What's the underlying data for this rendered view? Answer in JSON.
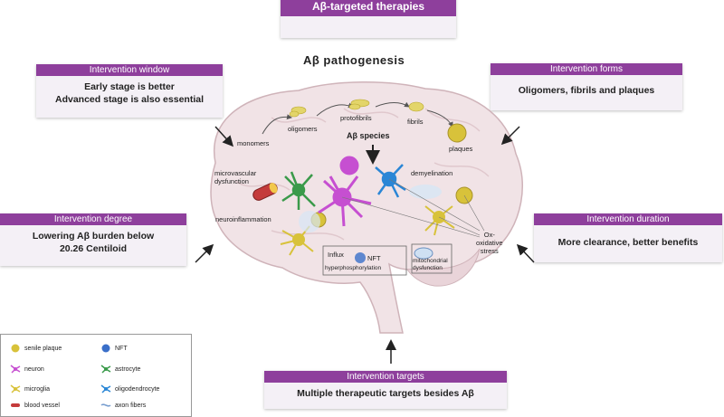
{
  "header": {
    "label": "Aβ-targeted therapies"
  },
  "title": "Aβ  pathogenesis",
  "boxes": {
    "window": {
      "header": "Intervention window",
      "body": "Early stage is  better\nAdvanced stage is also essential"
    },
    "forms": {
      "header": "Intervention forms",
      "body": "Oligomers, fibrils and plaques"
    },
    "degree": {
      "header": "Intervention degree",
      "body": "Lowering Aβ burden below\n20.26 Centiloid"
    },
    "duration": {
      "header": "Intervention duration",
      "body": "More clearance, better benefits"
    },
    "targets": {
      "header": "Intervention targets",
      "body": "Multiple therapeutic targets besides Aβ"
    }
  },
  "brain_labels": {
    "monomers": "monomers",
    "oligomers": "oligomers",
    "protofibrils": "protofibrils",
    "fibrils": "fibrils",
    "plaques": "plaques",
    "species": "Aβ species",
    "microvascular": "microvascular\ndysfunction",
    "demyelination": "demyelination",
    "neuroinflammation": "neuroinflammation",
    "oxidative": "Ox-\noxidative\nstress",
    "influx": "Influx",
    "nft": "NFT",
    "hyperphosphorylation": "hyperphosphorylation",
    "mitochondrial": "mitochondrial\ndysfunction"
  },
  "legend": {
    "items": [
      {
        "label": "senile plaque",
        "icon": "plaque-icon",
        "color": "#d8c23a"
      },
      {
        "label": "NFT",
        "icon": "nft-icon",
        "color": "#3a6fc9"
      },
      {
        "label": "neuron",
        "icon": "neuron-icon",
        "color": "#c64fd1"
      },
      {
        "label": "astrocyte",
        "icon": "astrocyte-icon",
        "color": "#3a9a4a"
      },
      {
        "label": "microglia",
        "icon": "microglia-icon",
        "color": "#d8c23a"
      },
      {
        "label": "oligodendrocyte",
        "icon": "oligodendrocyte-icon",
        "color": "#2a86d6"
      },
      {
        "label": "blood vessel",
        "icon": "vessel-icon",
        "color": "#c43b3b"
      },
      {
        "label": "axon fibers",
        "icon": "axon-icon",
        "color": "#7a9fd0"
      }
    ]
  },
  "colors": {
    "accent": "#8e3f9c",
    "box_bg": "#f4f0f6",
    "brain": "#f1e3e6"
  }
}
